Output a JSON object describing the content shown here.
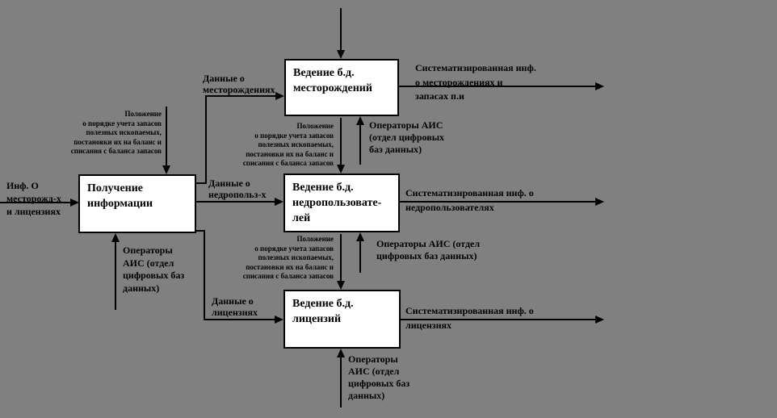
{
  "colors": {
    "background": "#808080",
    "box_fill": "#ffffff",
    "line": "#000000",
    "text": "#000000"
  },
  "boxes": {
    "receive_info": {
      "title": "Получение\nинформации"
    },
    "db_deposits": {
      "title": "Ведение б.д.\nместорождений"
    },
    "db_subsoil_users": {
      "title": "Ведение б.д.\nнедропользовате-\nлей"
    },
    "db_licenses": {
      "title": "Ведение б.д.\nлицензий"
    }
  },
  "labels": {
    "input_info": "Инф. О\nместорожд-х\nи лицензиях",
    "regulation": "Положение\nо порядке учета запасов\nполезных ископаемых,\nпостановки их на баланс и\nсписания с баланса запасов",
    "data_deposits": "Данные о\nместорождениях",
    "data_subsoil": "Данные о\nнедропольз-х",
    "data_licenses": "Данные о\nлицензиях",
    "operators_receive": "Операторы\nАИС (отдел\nцифровых баз\nданных)",
    "operators_deposits": "Операторы АИС\n(отдел цифровых\nбаз данных)",
    "operators_subsoil": "Операторы АИС (отдел\nцифровых баз данных)",
    "operators_licenses": "Операторы\nАИС (отдел\nцифровых баз\nданных)",
    "output_deposits": "Систематизированная инф.\nо месторождениях и\nзапасах п.и",
    "output_subsoil": "Систематизированная инф. о\nнедропользователях",
    "output_licenses": "Систематизированная инф. о\nлицензиях"
  }
}
